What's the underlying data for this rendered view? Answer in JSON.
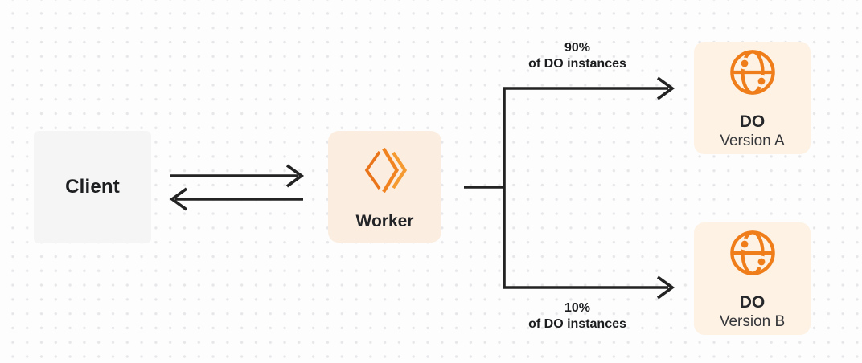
{
  "client": {
    "label": "Client"
  },
  "worker": {
    "label": "Worker"
  },
  "branches": {
    "top": {
      "percent": "90%",
      "caption": "of DO instances"
    },
    "bottom": {
      "percent": "10%",
      "caption": "of DO instances"
    }
  },
  "targets": {
    "a": {
      "title": "DO",
      "subtitle": "Version A"
    },
    "b": {
      "title": "DO",
      "subtitle": "Version B"
    }
  },
  "icons": {
    "worker": "cloudflare-workers-chevrons",
    "durable_object": "globe-network-dots"
  },
  "colors": {
    "accent_orange": "#f6821f",
    "deep_orange": "#ef7d1a",
    "line": "#232323",
    "client_bg": "#f5f5f6",
    "worker_bg": "#fbeee0",
    "do_bg": "#fdf2e4",
    "background": "#fdfdfd",
    "dot_grid": "#e7e7ea"
  }
}
